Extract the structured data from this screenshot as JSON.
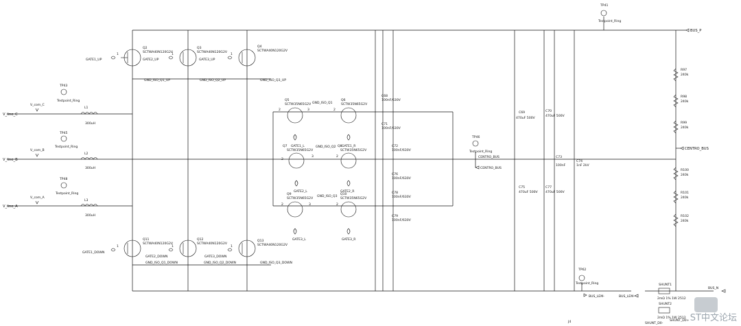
{
  "labels": {
    "tp41": "TP41",
    "tp43": "TP43",
    "tp45": "TP45",
    "tp46": "TP46",
    "tp48": "TP48",
    "tp62": "TP62",
    "testpoint": "Testpoint_Ring",
    "bus_p": "BUS_P",
    "bus_lem": "BUS_LEM-",
    "bus_lem_port": "BUS_LEM-",
    "bus_n": "BUS_N",
    "centro_bus": "CENTRO_BUS",
    "v_line_c": "V_line_C",
    "v_line_b": "V_line_B",
    "v_line_a": "V_line_A",
    "v_com_c": "V_com_C",
    "v_com_b": "V_com_B",
    "v_com_a": "V_com_A",
    "gate1_up": "GATE1_UP",
    "gate2_up": "GATE2_UP",
    "gate3_up": "GATE3_UP",
    "gate1_down": "GATE1_DOWN",
    "gate2_down": "GATE2_DOWN",
    "gate3_down": "GATE3_DOWN",
    "gnd_q1_up": "GND_ISO_Q1_UP",
    "gnd_q2_up": "GND_ISO_Q2_UP",
    "gnd_q3_up": "GND_ISO_Q3_UP",
    "gnd_q1_down": "GND_ISO_Q1_DOWN",
    "gnd_q2_down": "GND_ISO_Q2_DOWN",
    "gnd_q3_down": "GND_ISO_Q3_DOWN",
    "gnd_q1": "GND_ISO_Q1",
    "gnd_q2": "GND_ISO_Q2",
    "gnd_q3": "GND_ISO_Q3",
    "gate1_l": "GATE1_L",
    "gate1_r": "GATE1_R",
    "gate2_l": "GATE2_L",
    "gate2_r": "GATE2_R",
    "gate3_l": "GATE3_L",
    "gate3_r": "GATE3_R",
    "q2": "Q2",
    "q3": "Q3",
    "q4": "Q4",
    "q11": "Q11",
    "q12": "Q12",
    "q13": "Q13",
    "q5": "Q5",
    "q6": "Q6",
    "q7": "Q7",
    "q8": "Q8",
    "q9": "Q9",
    "q10": "Q10",
    "sct120": "SCTWA40N120G2V",
    "sct65": "SCTW35N65G2V",
    "l1": "L1",
    "l2": "L2",
    "l3": "L3",
    "ind_val": "300uH",
    "c68": "C68",
    "c69": "C69",
    "c70": "C70",
    "c71": "C71",
    "c72": "C72",
    "c73": "C73",
    "c74": "C74",
    "c75": "C75",
    "c76": "C76",
    "c77": "C77",
    "c78": "C78",
    "c79": "C79",
    "cap_100nf": "100nF/630V",
    "cap_470u": "470uF 500V",
    "cap_1n": "1nF 2kV",
    "cap_100nf_s": "100nF",
    "r97": "R97",
    "r98": "R98",
    "r99": "R99",
    "r100": "R100",
    "r101": "R101",
    "r102": "R102",
    "r_val": "240k",
    "shunt1": "SHUNT1",
    "shunt2": "SHUNT2",
    "shunt_val": "2mΩ 1% 1W 2512",
    "shunt_d0_minus": "SHUNT_D0-",
    "shunt_d0_plus": "SHUNT_D0+",
    "j4": "J4",
    "pin1": "1",
    "pin2": "2",
    "pin3": "3"
  },
  "watermark": {
    "text": "ST中文论坛"
  }
}
